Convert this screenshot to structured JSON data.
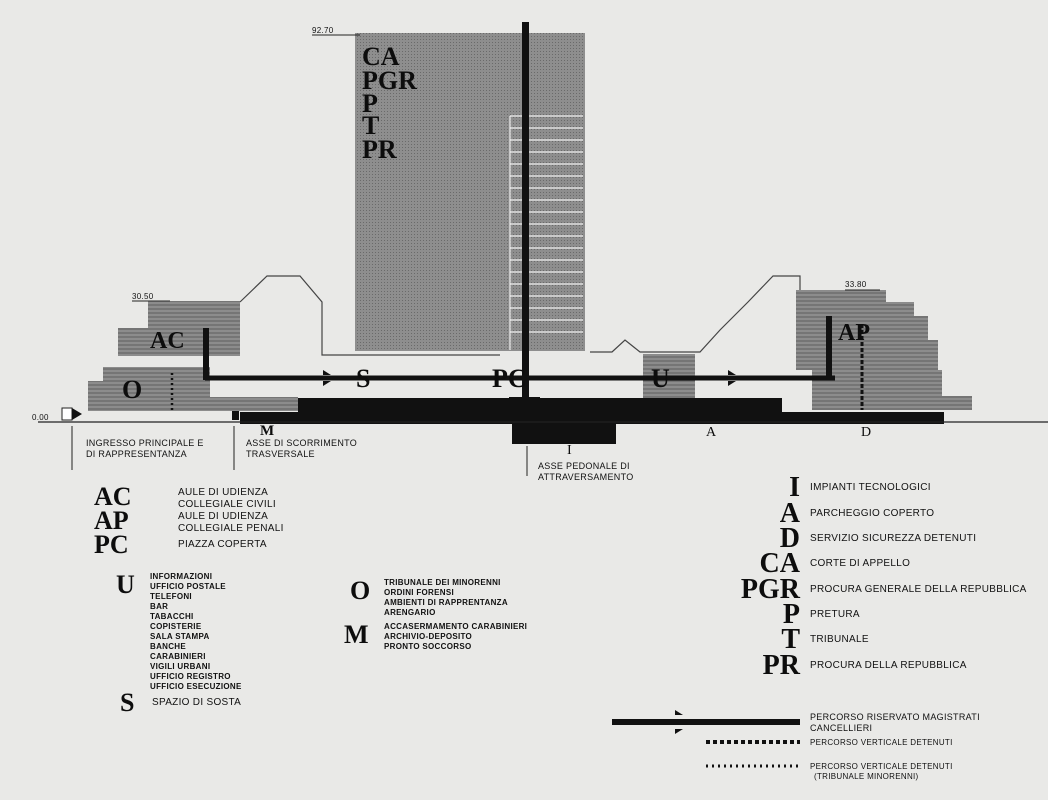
{
  "colors": {
    "paper": "#e9e9e7",
    "ink": "#111111",
    "hatch": "#7c7c7c",
    "tower": "#8a8a8a"
  },
  "elevations": {
    "top": "92.70",
    "left": "30.50",
    "right": "33.80",
    "ground": "0.00"
  },
  "tower_codes": [
    "CA",
    "PGR",
    "P",
    "T",
    "PR"
  ],
  "section_codes": {
    "ac": "AC",
    "ap": "AP",
    "o": "O",
    "s": "S",
    "pc": "PC",
    "u": "U",
    "m": "M",
    "i": "I",
    "a": "A",
    "d": "D"
  },
  "callouts": {
    "entrance": "INGRESSO PRINCIPALE E DI RAPPRESENTANZA",
    "transverse": "ASSE DI SCORRIMENTO TRASVERSALE",
    "pedestrian": "ASSE PEDONALE DI ATTRAVERSAMENTO"
  },
  "legend_left": [
    {
      "code": "AC",
      "text": "AULE DI UDIENZA COLLEGIALE CIVILI"
    },
    {
      "code": "AP",
      "text": "AULE DI UDIENZA COLLEGIALE PENALI"
    },
    {
      "code": "PC",
      "text": "PIAZZA COPERTA"
    }
  ],
  "legend_u": {
    "code": "U",
    "items": [
      "INFORMAZIONI",
      "UFFICIO POSTALE",
      "TELEFONI",
      "BAR",
      "TABACCHI",
      "COPISTERIE",
      "SALA STAMPA",
      "BANCHE",
      "CARABINIERI",
      "VIGILI URBANI",
      "UFFICIO REGISTRO",
      "UFFICIO ESECUZIONE"
    ]
  },
  "legend_s": {
    "code": "S",
    "text": "SPAZIO DI SOSTA"
  },
  "legend_o": {
    "code": "O",
    "items": [
      "TRIBUNALE DEI MINORENNI",
      "ORDINI FORENSI",
      "AMBIENTI DI RAPPRENTANZA",
      "ARENGARIO"
    ]
  },
  "legend_m": {
    "code": "M",
    "items": [
      "ACCASERMAMENTO CARABINIERI",
      "ARCHIVIO-DEPOSITO",
      "PRONTO SOCCORSO"
    ]
  },
  "legend_right": [
    {
      "code": "I",
      "text": "IMPIANTI TECNOLOGICI"
    },
    {
      "code": "A",
      "text": "PARCHEGGIO COPERTO"
    },
    {
      "code": "D",
      "text": "SERVIZIO SICUREZZA DETENUTI"
    },
    {
      "code": "CA",
      "text": "CORTE DI APPELLO"
    },
    {
      "code": "PGR",
      "text": "PROCURA GENERALE DELLA REPUBBLICA"
    },
    {
      "code": "P",
      "text": "PRETURA"
    },
    {
      "code": "T",
      "text": "TRIBUNALE"
    },
    {
      "code": "PR",
      "text": "PROCURA DELLA REPUBBLICA"
    }
  ],
  "path_legend": [
    {
      "text": "PERCORSO RISERVATO MAGISTRATI CANCELLIERI"
    },
    {
      "text": "PERCORSO VERTICALE DETENUTI"
    },
    {
      "text": "PERCORSO VERTICALE DETENUTI",
      "sub": "(TRIBUNALE MINORENNI)"
    }
  ]
}
